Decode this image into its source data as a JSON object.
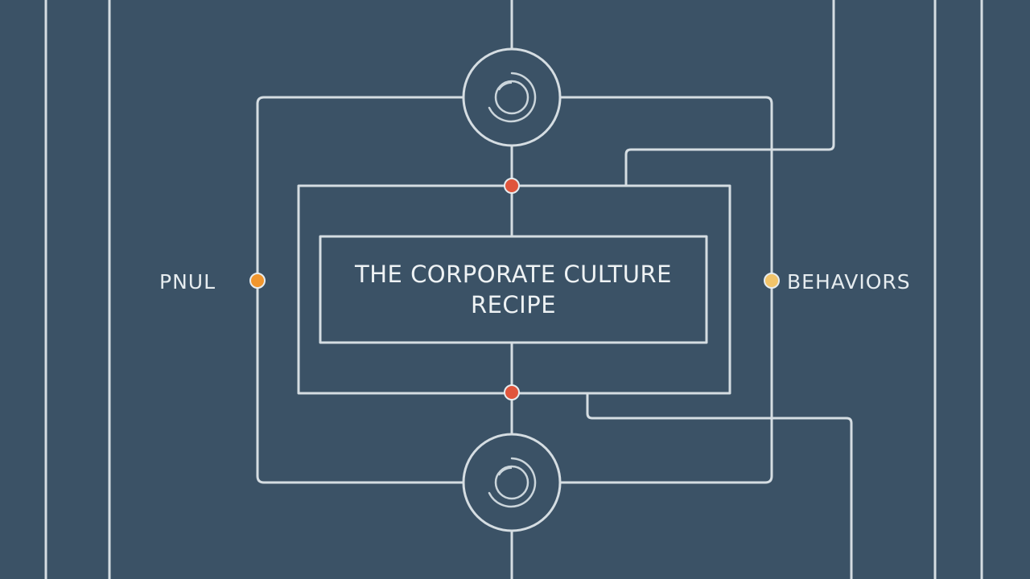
{
  "diagram": {
    "title_line1": "THE CORPORATE CULTURE",
    "title_line2": "RECIPE",
    "left_label": "PNUL",
    "right_label": "BEHAVIORS"
  },
  "colors": {
    "background": "#3b5266",
    "line": "#d5dde2",
    "node_red": "#e0553c",
    "node_orange": "#f0962e",
    "node_yellow": "#f2c46a"
  },
  "icons": {
    "top_node": "concentric-ring-icon",
    "bottom_node": "concentric-ring-icon"
  }
}
